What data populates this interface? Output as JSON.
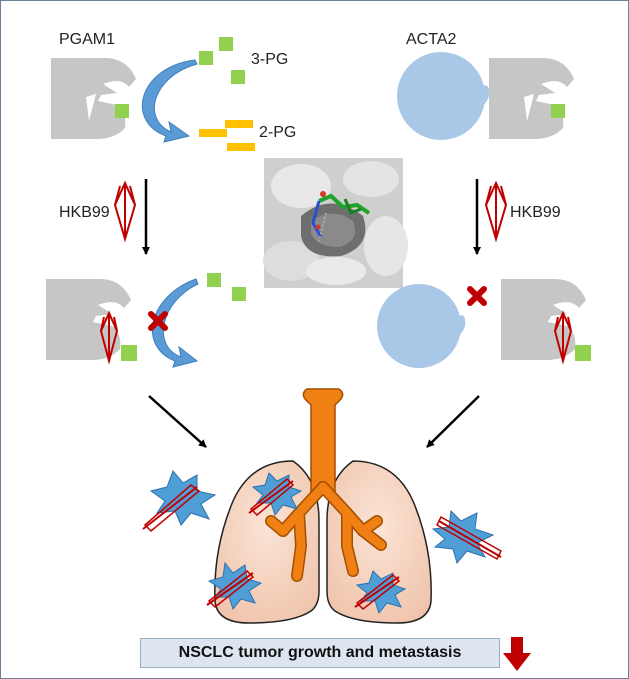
{
  "labels": {
    "pgam1": "PGAM1",
    "acta2": "ACTA2",
    "pg3": "3-PG",
    "pg2": "2-PG",
    "hkb99_left": "HKB99",
    "hkb99_right": "HKB99"
  },
  "result": {
    "text": "NSCLC tumor growth and metastasis"
  },
  "icons": {
    "inhibitor": "hkb99-molecule-icon",
    "blocked": "red-x-icon",
    "decrease": "down-arrow-icon"
  },
  "colors": {
    "protein": "#c6c6c6",
    "substrate_3pg": "#92d050",
    "product_2pg": "#ffc000",
    "acta2": "#a9c8e8",
    "curved_arrow": "#5b9bd5",
    "inhibitor": "#c00000",
    "lung_fill": "#f6d3c0",
    "trachea": "#f07f14",
    "tumor": "#4f9fd6",
    "blocked_x": "#c00000",
    "down_arrow": "#c00000",
    "result_box": "#dde6f0"
  }
}
